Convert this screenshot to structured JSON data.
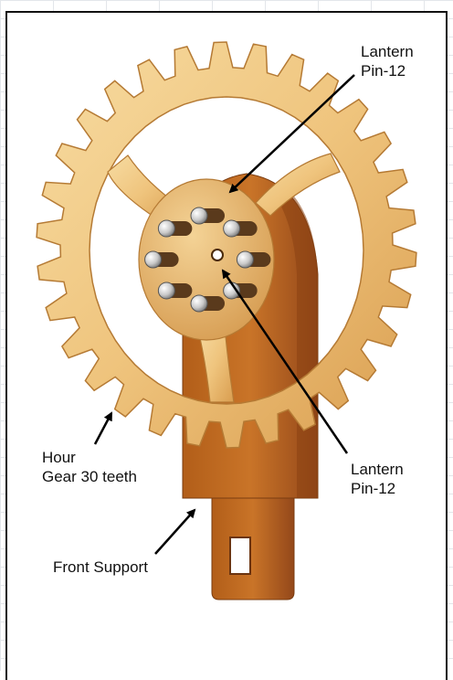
{
  "labels": {
    "lantern_top": "Lantern\nPin-12",
    "lantern_center": "Lantern\nPin-12",
    "hour_gear": "Hour\nGear 30 teeth",
    "front_support": "Front Support"
  },
  "gear": {
    "teeth": 30
  },
  "lantern": {
    "pins": 8
  },
  "colors": {
    "wood_light": "#f2cf8d",
    "wood_mid": "#e0a95a",
    "wood_dark": "#a5672a",
    "support": "#c0681f",
    "support_dark": "#8a4411",
    "pin": "#d7d7d7"
  }
}
